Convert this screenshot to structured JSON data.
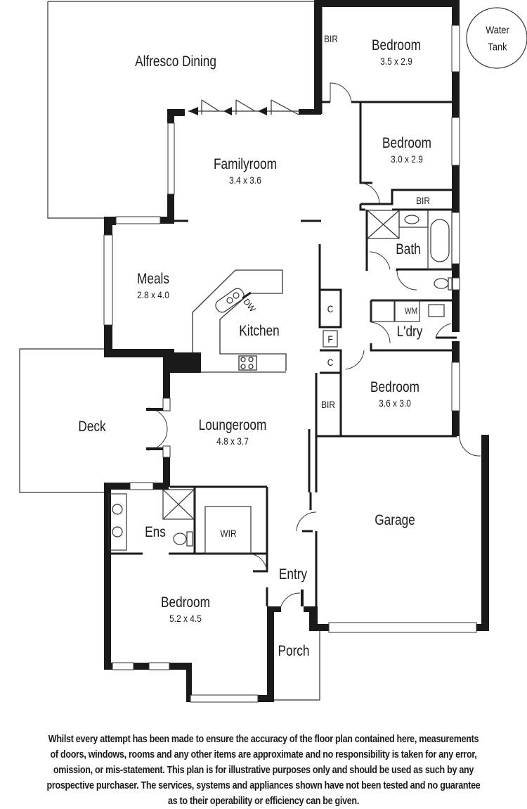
{
  "plan": {
    "rooms": {
      "alfresco": {
        "name": "Alfresco Dining",
        "dims": ""
      },
      "family": {
        "name": "Familyroom",
        "dims": "3.4 x 3.6"
      },
      "bed1": {
        "name": "Bedroom",
        "dims": "3.5 x 2.9"
      },
      "bed2": {
        "name": "Bedroom",
        "dims": "3.0 x 2.9"
      },
      "bed3": {
        "name": "Bedroom",
        "dims": "3.6 x 3.0"
      },
      "master": {
        "name": "Bedroom",
        "dims": "5.2 x 4.5"
      },
      "meals": {
        "name": "Meals",
        "dims": "2.8 x 4.0"
      },
      "kitchen": {
        "name": "Kitchen",
        "dims": ""
      },
      "bath": {
        "name": "Bath",
        "dims": ""
      },
      "laundry": {
        "name": "L'dry",
        "dims": ""
      },
      "deck": {
        "name": "Deck",
        "dims": ""
      },
      "lounge": {
        "name": "Loungeroom",
        "dims": "4.8 x 3.7"
      },
      "garage": {
        "name": "Garage",
        "dims": ""
      },
      "ensuite": {
        "name": "Ens",
        "dims": ""
      },
      "wir": {
        "name": "WIR",
        "dims": ""
      },
      "entry": {
        "name": "Entry",
        "dims": ""
      },
      "porch": {
        "name": "Porch",
        "dims": ""
      }
    },
    "fixtures": {
      "bir1": "BIR",
      "bir2": "BIR",
      "bir3": "BIR",
      "cupboard1": "C",
      "cupboard2": "C",
      "fridge": "F",
      "washing_machine": "WM",
      "dishwasher": "DW",
      "water_tank_line1": "Water",
      "water_tank_line2": "Tank"
    }
  },
  "disclaimer": {
    "lines": [
      "Whilst every attempt has been made to ensure the accuracy of the floor plan contained here, measurements",
      "of doors, windows, rooms and any other items are approximate and no responsibility is taken for any error,",
      "omission, or mis-statement. This plan is for illustrative purposes only and should be used as such by any",
      "prospective purchaser. The services, systems and appliances shown have not been tested and no guarantee",
      "as to their operability or efficiency can be given."
    ]
  },
  "colors": {
    "wall": "#1a1a1a",
    "background": "#ffffff",
    "thin_line": "#333333"
  }
}
